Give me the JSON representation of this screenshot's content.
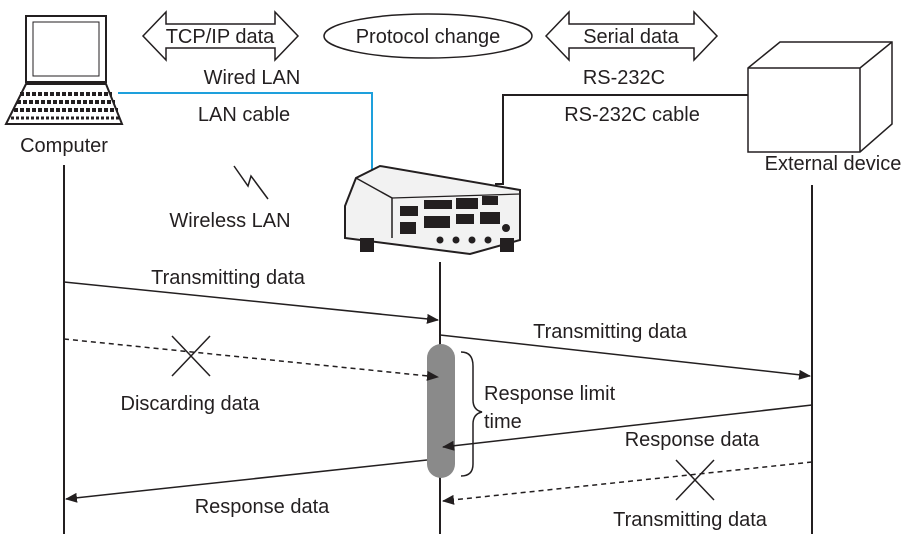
{
  "header": {
    "tcpip_label": "TCP/IP data",
    "protocol_label": "Protocol change",
    "serial_label": "Serial data"
  },
  "computer": {
    "label": "Computer"
  },
  "external": {
    "label": "External device"
  },
  "links": {
    "wired_lan": "Wired LAN",
    "lan_cable": "LAN cable",
    "rs232c": "RS-232C",
    "rs232c_cable": "RS-232C cable",
    "wireless_lan": "Wireless LAN"
  },
  "sequence": {
    "transmitting_1": "Transmitting data",
    "transmitting_2": "Transmitting data",
    "discarding": "Discarding data",
    "response_limit_line1": "Response limit",
    "response_limit_line2": "time",
    "response_ext": "Response data",
    "response_back": "Response data",
    "transmitting_discarded": "Transmitting data"
  },
  "colors": {
    "ink": "#231f20",
    "lan_cable": "#1ea0dc",
    "limit_bar": "#8a8a8a"
  }
}
